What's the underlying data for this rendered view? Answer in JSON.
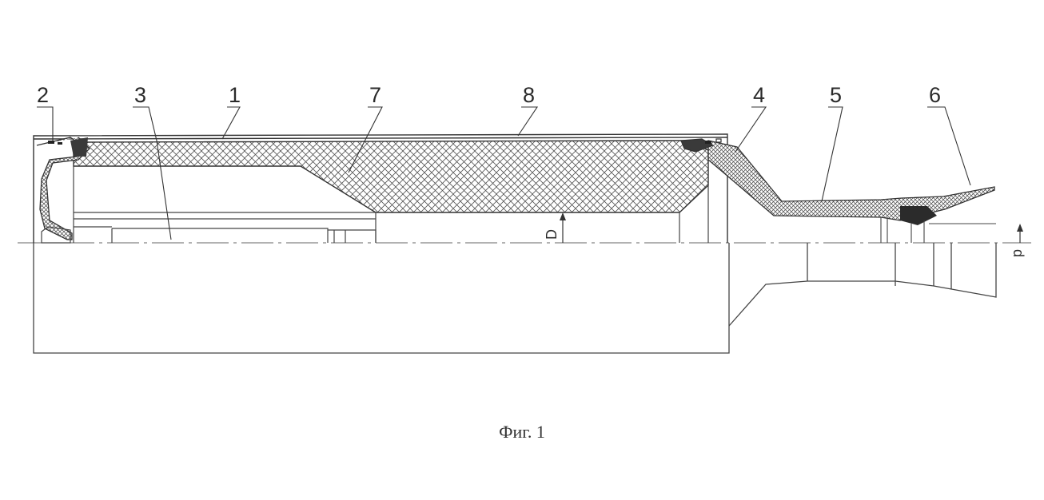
{
  "figure": {
    "caption": "Фиг. 1",
    "callouts": [
      "2",
      "3",
      "1",
      "7",
      "8",
      "4",
      "5",
      "6"
    ],
    "dimensions": [
      "D",
      "d"
    ]
  }
}
